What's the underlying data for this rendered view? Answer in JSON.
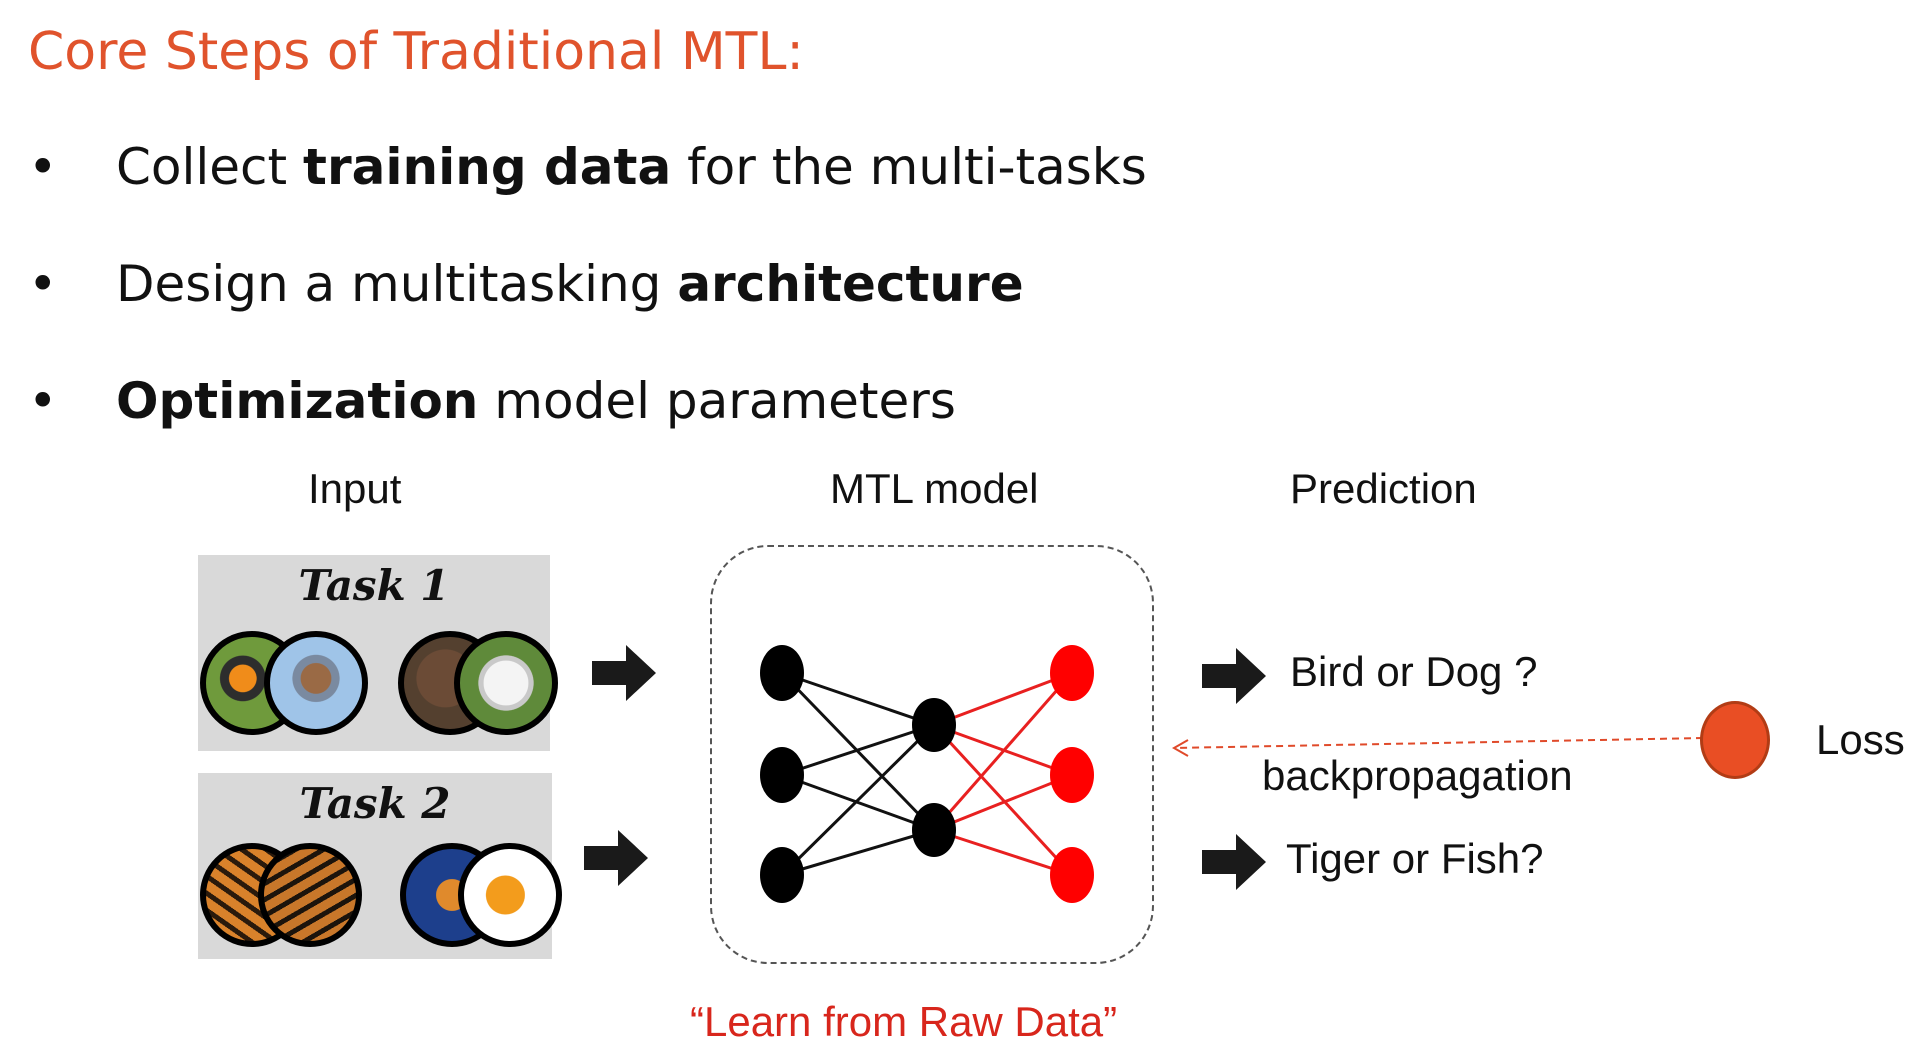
{
  "title": "Core Steps of Traditional MTL:",
  "bullets": [
    {
      "symbol": "•",
      "pre": "Collect ",
      "bold": "training data",
      "post": " for the multi-tasks"
    },
    {
      "symbol": "•",
      "pre": "Design a multitasking ",
      "bold": "architecture",
      "post": ""
    },
    {
      "symbol": "•",
      "pre": "",
      "bold": "Optimization",
      "post": " model parameters"
    }
  ],
  "diagram": {
    "input_label": "Input",
    "model_label": "MTL model",
    "prediction_label": "Prediction",
    "task1_title": "Task 1",
    "task2_title": "Task 2",
    "task1_thumbs": [
      "oriole-bird-icon",
      "robin-bird-icon",
      "brown-dog-icon",
      "white-dog-icon"
    ],
    "task2_thumbs": [
      "tiger-icon",
      "tiger-icon",
      "guppy-fish-icon",
      "goldfish-icon"
    ],
    "prediction1": "Bird or Dog ?",
    "prediction2": "Tiger or Fish?",
    "backprop_label": "backpropagation",
    "loss_label": "Loss",
    "caption": "“Learn from Raw Data”",
    "colors": {
      "title": "#e0532c",
      "output_nodes": "#ff0000",
      "output_edges": "#e82020",
      "loss_dot": "#e94e24",
      "caption": "#d8261c",
      "backprop_arrow": "#e04a2a"
    }
  }
}
